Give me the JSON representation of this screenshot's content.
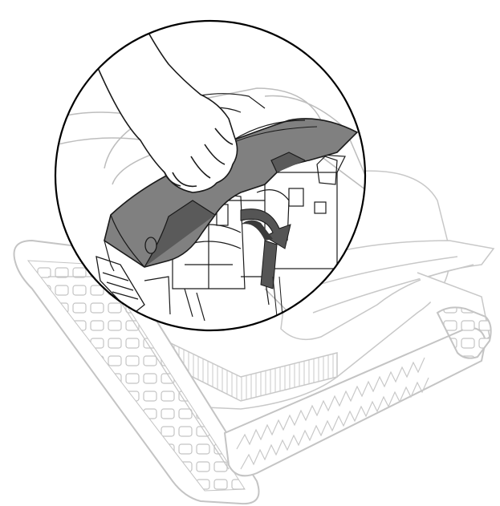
{
  "illustration": {
    "subject": "robotic-pool-cleaner",
    "callout": "magnified-circle",
    "action": "lift-handle-cover",
    "icons": [
      "hand-icon",
      "rotate-arrow-icon"
    ],
    "colors": {
      "background": "#ffffff",
      "line_art": "#1a1a1a",
      "faded_body": "#c8c8c8",
      "cover_fill": "#808080",
      "cover_shadow": "#5a5a5a",
      "arrow_fill": "#555555",
      "callout_ring": "#000000"
    }
  }
}
